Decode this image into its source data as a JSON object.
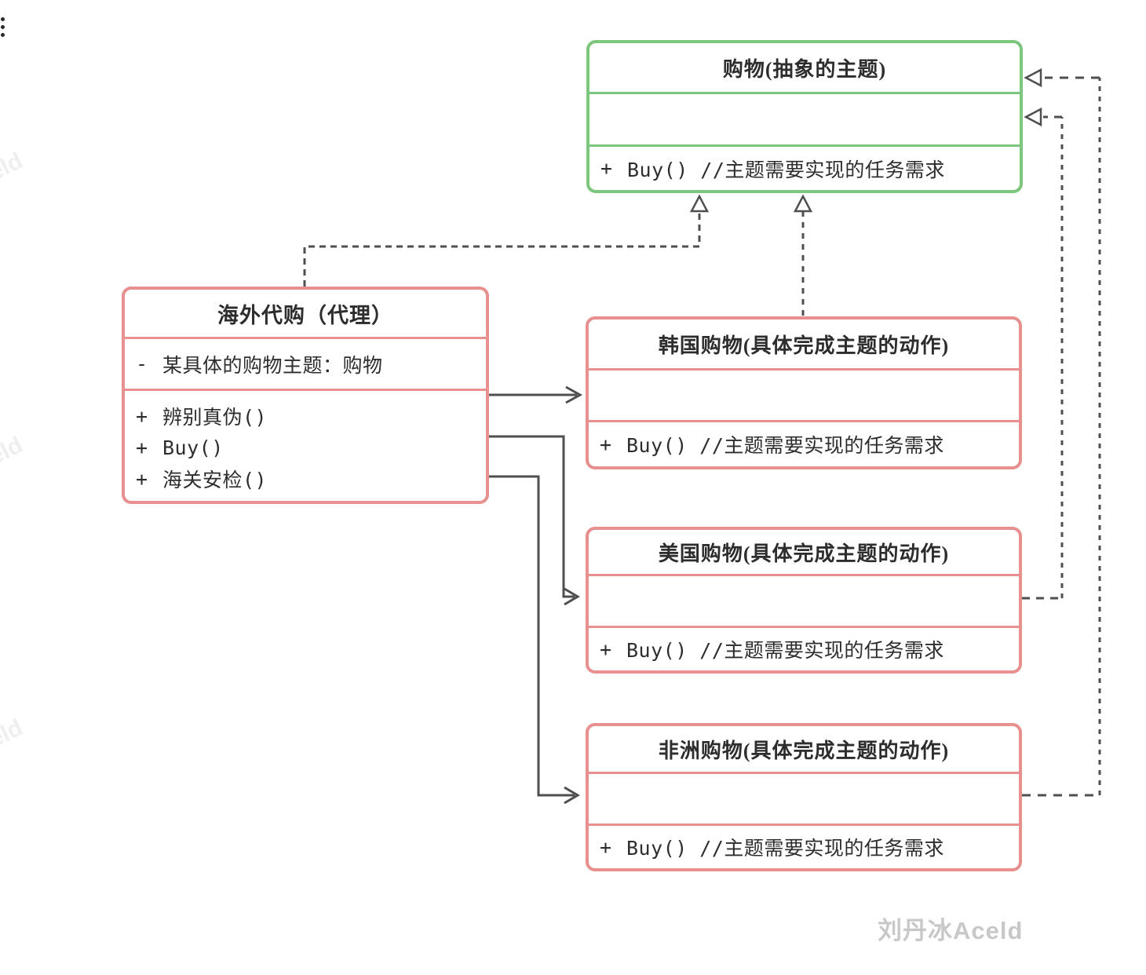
{
  "diagram": {
    "abstract_class": {
      "title": "购物(抽象的主题)",
      "method_sign": "+",
      "method_text": "Buy() //主题需要实现的任务需求"
    },
    "proxy_class": {
      "title": "海外代购（代理）",
      "attr_sign": "-",
      "attr_text": "某具体的购物主题：购物",
      "methods": [
        {
          "sign": "+",
          "text": "辨别真伪()"
        },
        {
          "sign": "+",
          "text": "Buy()"
        },
        {
          "sign": "+",
          "text": "海关安检()"
        }
      ]
    },
    "korea_class": {
      "title": "韩国购物(具体完成主题的动作)",
      "method_sign": "+",
      "method_text": "Buy() //主题需要实现的任务需求"
    },
    "usa_class": {
      "title": "美国购物(具体完成主题的动作)",
      "method_sign": "+",
      "method_text": "Buy() //主题需要实现的任务需求"
    },
    "africa_class": {
      "title": "非洲购物(具体完成主题的动作)",
      "method_sign": "+",
      "method_text": "Buy() //主题需要实现的任务需求"
    }
  },
  "watermarks": {
    "main": "刘丹冰Aceld",
    "edge": "eld"
  },
  "colors": {
    "abstract_border": "#7cc67e",
    "concrete_border": "#e88f8f",
    "connector": "#4f4f4f",
    "text": "#2d2d2d",
    "watermark_main": "#c8c8c8",
    "watermark_edge": "#efefef"
  }
}
